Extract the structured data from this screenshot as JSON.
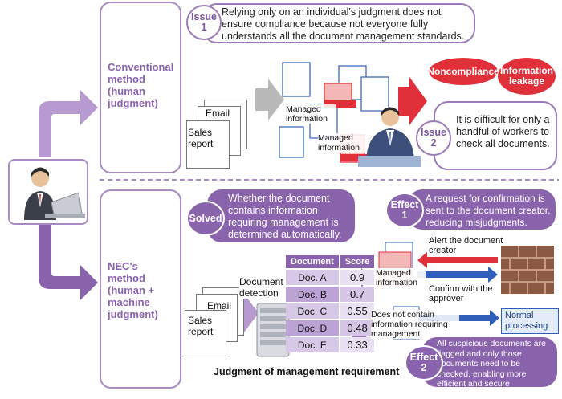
{
  "conventional": {
    "label": "Conventional method (human judgment)",
    "issue1": {
      "tag": "Issue 1",
      "text": "Relying only on an individual's judgment does not ensure compliance because not everyone fully understands all the document management standards."
    },
    "issue2": {
      "tag": "Issue 2",
      "text": "It is difficult for only a handful of workers to check all documents."
    },
    "docs": {
      "email": "Email",
      "sales": "Sales report"
    },
    "managed1": "Managed information",
    "managed2": "Managed information",
    "noncompliance": "Noncompliance",
    "leakage": "Information leakage"
  },
  "nec": {
    "label": "NEC's method (human + machine judgment)",
    "solved": {
      "tag": "Solved",
      "text": "Whether the document contains information requiring management is determined automatically."
    },
    "effect1": {
      "tag": "Effect 1",
      "text": "A request for confirmation is sent to the document creator, reducing misjudgments."
    },
    "effect2": {
      "tag": "Effect 2",
      "text": "All suspicious documents are flagged and only those documents need to be checked, enabling more efficient and secure management."
    },
    "docs": {
      "email": "Email",
      "sales": "Sales report"
    },
    "detection": "Document detection",
    "table": {
      "headers": [
        "Document",
        "Score"
      ],
      "rows": [
        [
          "Doc. A",
          "0.9"
        ],
        [
          "Doc. B",
          "0.7"
        ],
        [
          "Doc. C",
          "0.55"
        ],
        [
          "Doc. D",
          "0.48"
        ],
        [
          "Doc. E",
          "0.33"
        ]
      ]
    },
    "managed": "Managed information",
    "not_contain": "Does not contain information requiring management",
    "alert": "Alert the document creator",
    "confirm": "Confirm with the approver",
    "normal": "Normal processing",
    "caption": "Judgment of management requirement"
  },
  "colors": {
    "purple": "#8a63ad",
    "red": "#e0313b",
    "blue": "#2f5fb8"
  }
}
